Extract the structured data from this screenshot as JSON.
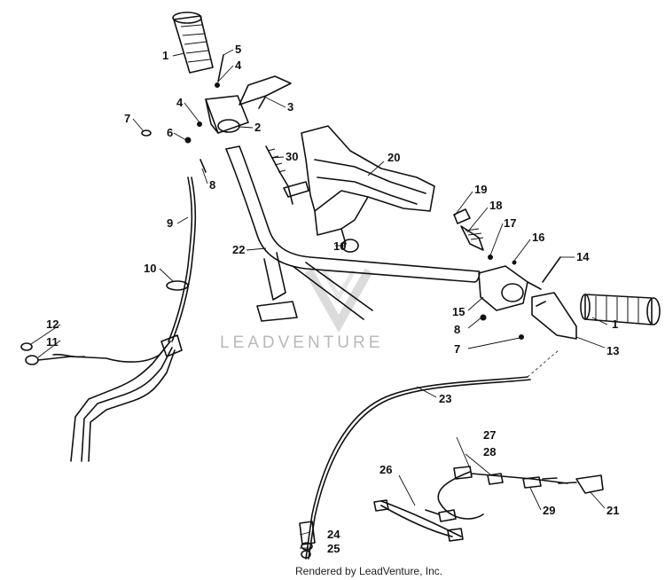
{
  "diagram": {
    "callouts": [
      "1",
      "2",
      "3",
      "4",
      "5",
      "6",
      "7",
      "8",
      "9",
      "10",
      "11",
      "12",
      "13",
      "14",
      "15",
      "16",
      "17",
      "18",
      "19",
      "20",
      "21",
      "22",
      "23",
      "24",
      "25",
      "26",
      "27",
      "28",
      "29",
      "30"
    ],
    "watermark": "LEADVENTURE",
    "footer": "Rendered by LeadVenture, Inc."
  }
}
